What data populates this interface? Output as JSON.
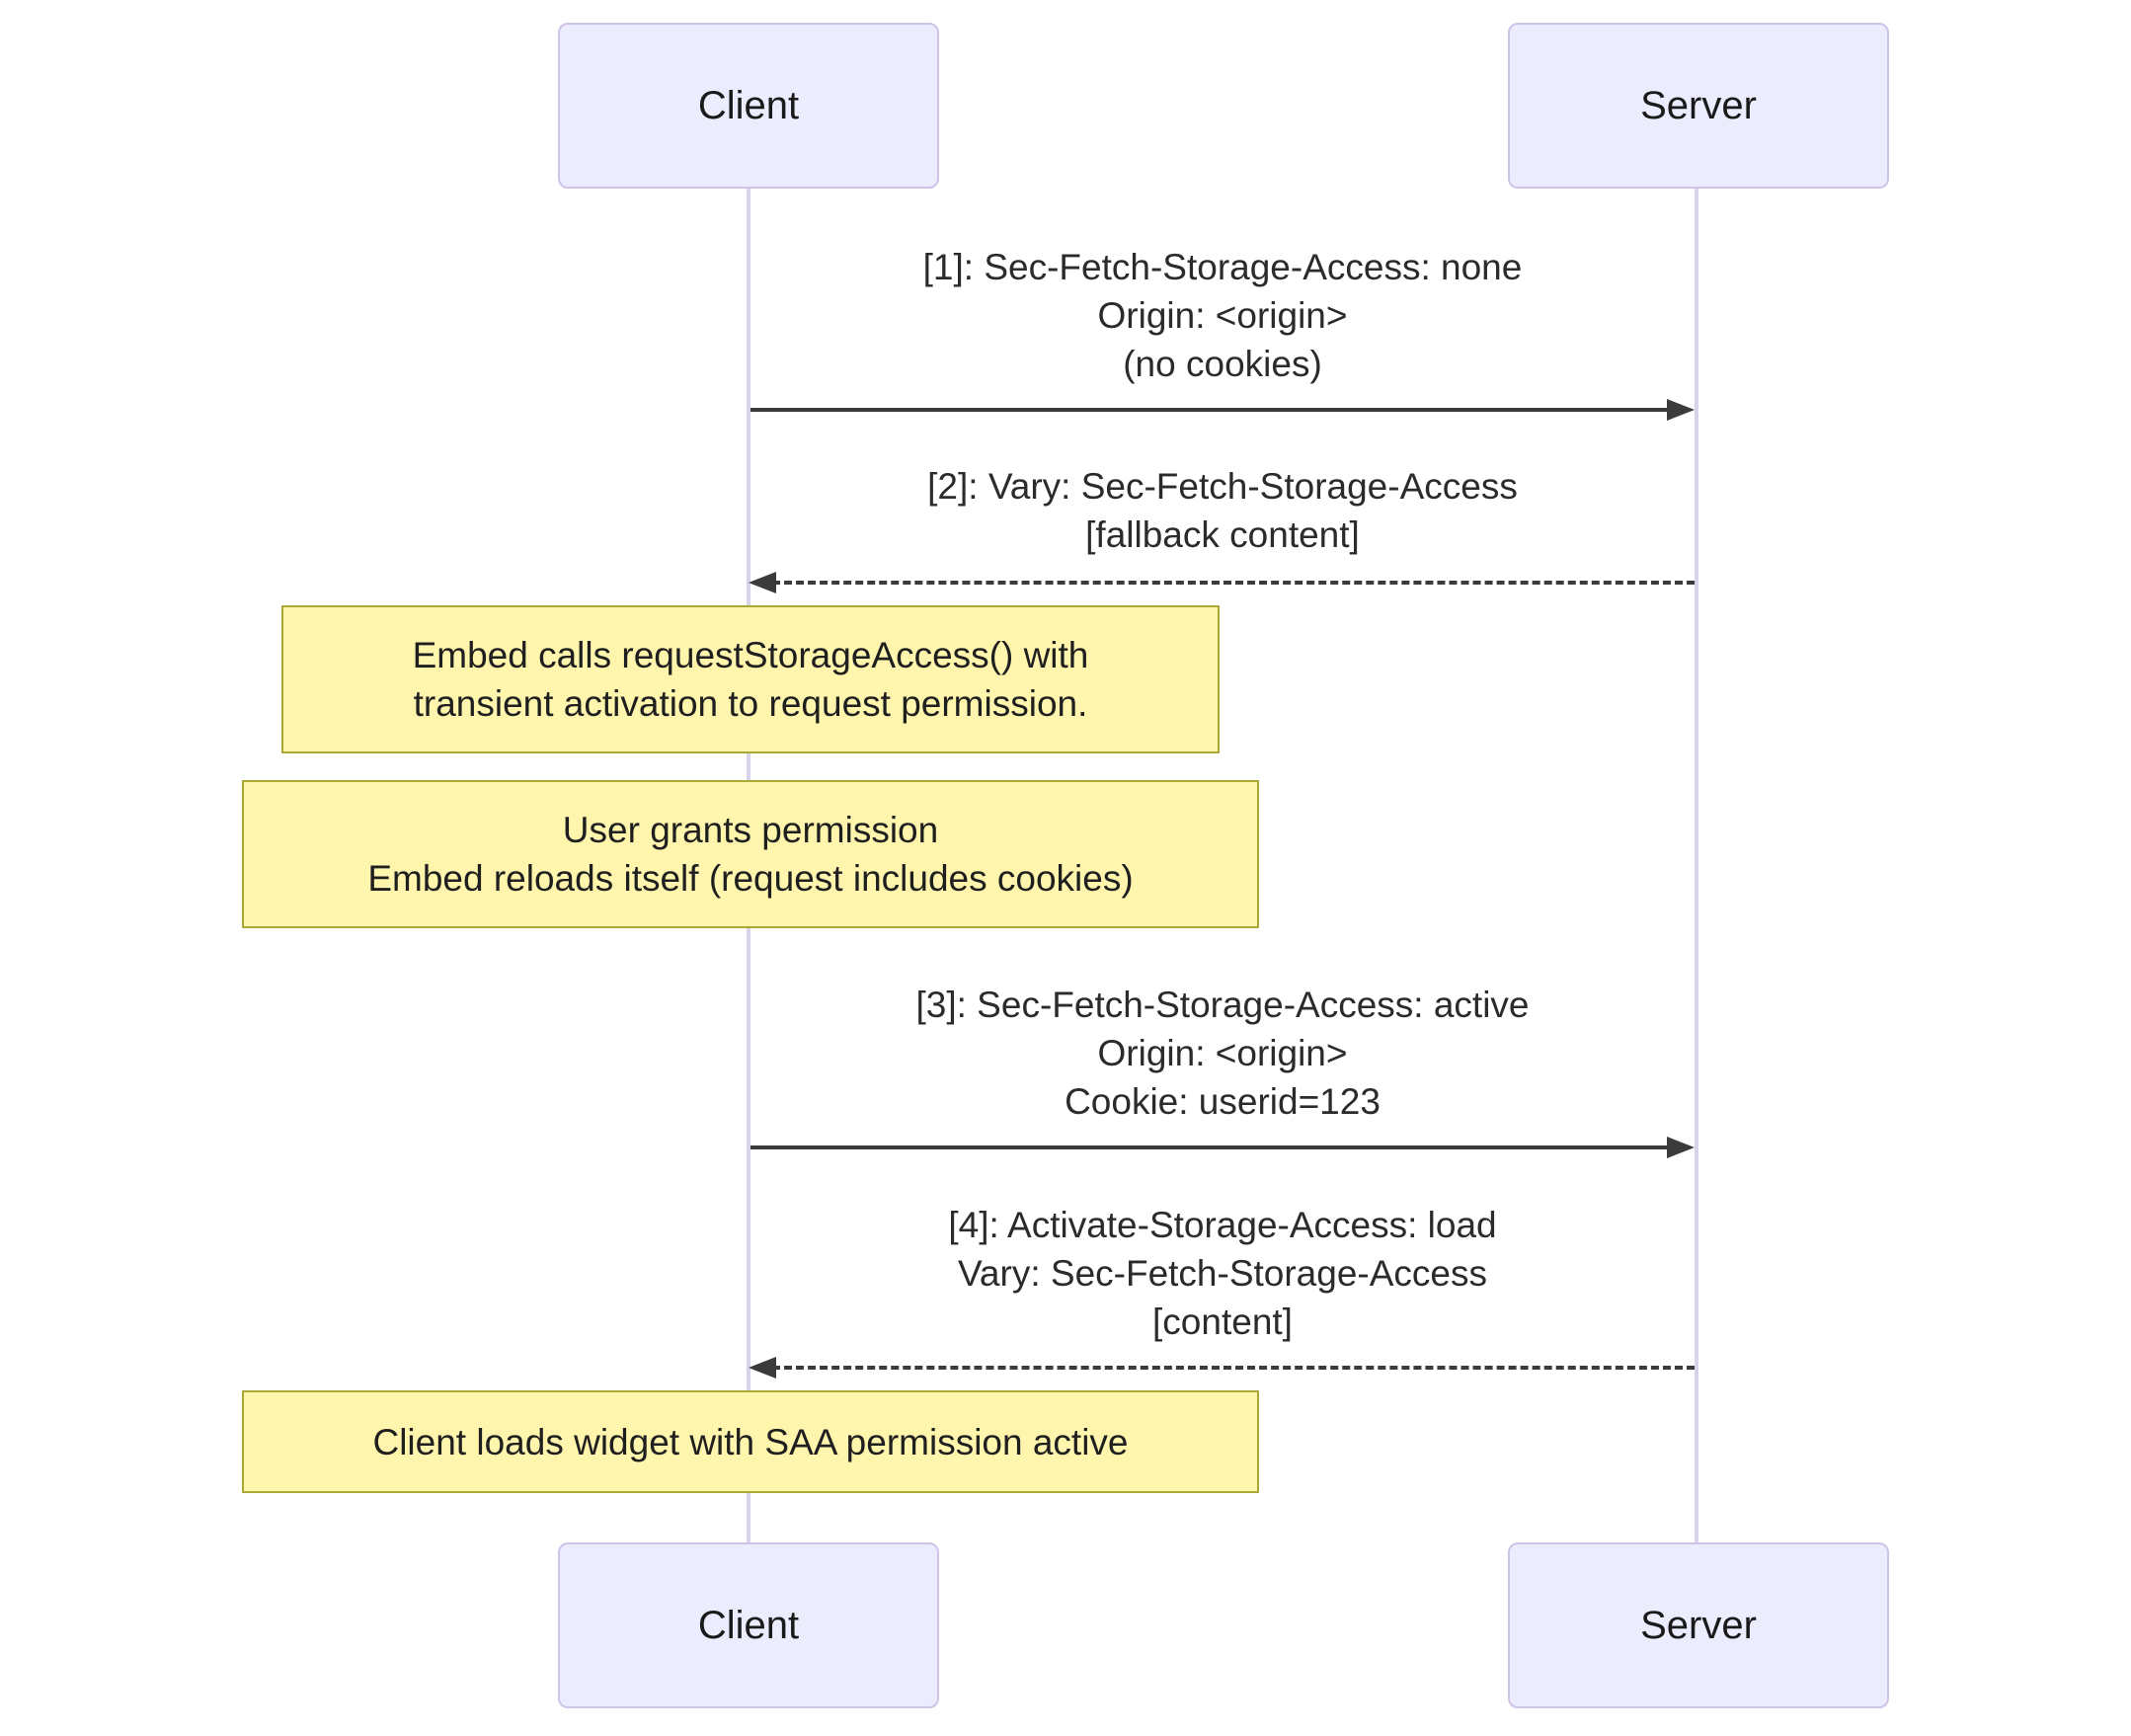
{
  "diagram": {
    "type": "sequence-diagram",
    "actors": [
      {
        "id": "client",
        "label": "Client"
      },
      {
        "id": "server",
        "label": "Server"
      }
    ],
    "messages": [
      {
        "from": "Client",
        "to": "Server",
        "line_style": "solid",
        "lines": [
          "[1]: Sec-Fetch-Storage-Access: none",
          "Origin: <origin>",
          "(no cookies)"
        ]
      },
      {
        "from": "Server",
        "to": "Client",
        "line_style": "dashed",
        "lines": [
          "[2]: Vary: Sec-Fetch-Storage-Access",
          "[fallback content]"
        ]
      },
      {
        "from": "Client",
        "to": "Server",
        "line_style": "solid",
        "lines": [
          "[3]: Sec-Fetch-Storage-Access: active",
          "Origin: <origin>",
          "Cookie: userid=123"
        ]
      },
      {
        "from": "Server",
        "to": "Client",
        "line_style": "dashed",
        "lines": [
          "[4]: Activate-Storage-Access: load",
          "Vary: Sec-Fetch-Storage-Access",
          "[content]"
        ]
      }
    ],
    "notes": [
      {
        "over": "Client",
        "lines": [
          "Embed calls requestStorageAccess() with",
          "transient activation to request permission."
        ]
      },
      {
        "over": "Client",
        "lines": [
          "User grants permission",
          "Embed reloads itself (request includes cookies)"
        ]
      },
      {
        "over": "Client",
        "lines": [
          "Client loads widget with SAA permission active"
        ]
      }
    ],
    "colors": {
      "actor_fill": "#ECECFF",
      "actor_border": "#CFC4E8",
      "lifeline": "#D8D2EA",
      "note_fill": "#FFF5AD",
      "note_border": "#AAAA33",
      "arrow": "#3B3B3B",
      "text": "#2B2B2B"
    }
  }
}
